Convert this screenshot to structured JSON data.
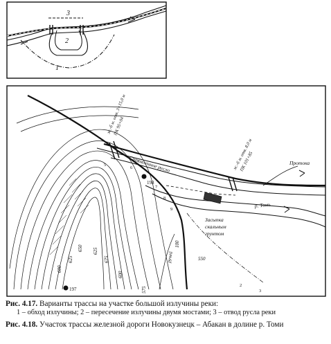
{
  "figure_4_17": {
    "labels": {
      "one": "1",
      "two": "2",
      "three": "3"
    }
  },
  "figure_4_18": {
    "labels": {
      "river_channel": "Спрямленное русло",
      "river_name": "р. Томь",
      "branch": "Протока",
      "fill": "Засыпка скальным грунтом",
      "fill_line1": "Засыпка",
      "fill_line2": "скальным",
      "fill_line3": "грунтом",
      "stream": "ручей",
      "bridge_left": "ж.-б м. отв. 3×15,0 м ПК 95+04",
      "bridge_left_line1": "ж.-б м. отв. 3×15,0 м",
      "bridge_left_line2": "ПК 95+04",
      "bridge_right": "ж.-б м. отв. 8,0 м ПК 101+85",
      "bridge_right_line1": "ж.-б м. отв. 8,0 м",
      "bridge_right_line2": "ПК 101+85",
      "point_198": "198",
      "point_197": "197",
      "elev_650": "650",
      "elev_625": "625",
      "elev_600": "600",
      "elev_575": "575",
      "elev_550": "550",
      "elev_100": "100",
      "elev_675": "675",
      "elev_625b": "625",
      "pk_5": "5",
      "pk_6": "6",
      "pk_7": "7",
      "pk_8": "8",
      "pk_9": "9",
      "pk_2": "2",
      "pk_3": "3"
    }
  },
  "captions": {
    "c417_title": "Рис. 4.17.",
    "c417_text": "Варианты трассы на участке большой излучины реки:",
    "c417_desc": "1 – обход излучины; 2 – пересечение излучины двумя мостами; 3 – отвод русла реки",
    "c418_title": "Рис. 4.18.",
    "c418_text": "Участок трассы железной дороги Новокузнецк – Абакан в долине р. Томи"
  }
}
